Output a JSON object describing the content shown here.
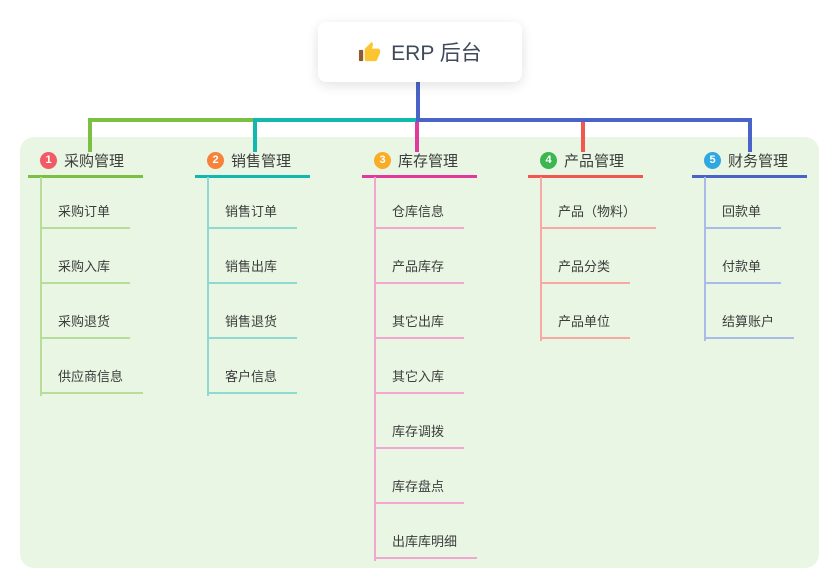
{
  "root": {
    "icon": "thumbs-up",
    "label": "ERP 后台"
  },
  "branches": [
    {
      "index": "1",
      "label": "采购管理",
      "badge_color": "#f25b66",
      "line_color": "#7cc043",
      "light_line_color": "#b7dd9b",
      "children": [
        "采购订单",
        "采购入库",
        "采购退货",
        "供应商信息"
      ]
    },
    {
      "index": "2",
      "label": "销售管理",
      "badge_color": "#f6823b",
      "line_color": "#12b7ae",
      "light_line_color": "#8fd9d3",
      "children": [
        "销售订单",
        "销售出库",
        "销售退货",
        "客户信息"
      ]
    },
    {
      "index": "3",
      "label": "库存管理",
      "badge_color": "#f9ac25",
      "line_color": "#e13a9d",
      "light_line_color": "#f2a6d0",
      "children": [
        "仓库信息",
        "产品库存",
        "其它出库",
        "其它入库",
        "库存调拨",
        "库存盘点",
        "出库库明细"
      ]
    },
    {
      "index": "4",
      "label": "产品管理",
      "badge_color": "#3cb651",
      "line_color": "#f2564f",
      "light_line_color": "#f7aaa4",
      "children": [
        "产品（物料）",
        "产品分类",
        "产品单位"
      ]
    },
    {
      "index": "5",
      "label": "财务管理",
      "badge_color": "#2fa7e0",
      "line_color": "#4a63c8",
      "light_line_color": "#aabbe9",
      "children": [
        "回款单",
        "付款单",
        "结算账户"
      ]
    }
  ],
  "colors": {
    "canvas_bg": "#ffffff",
    "panel_bg": "#e8f6e3",
    "text": "#3d3d3d",
    "root_text": "#3f4a5c",
    "connector": "#4a63c8"
  }
}
